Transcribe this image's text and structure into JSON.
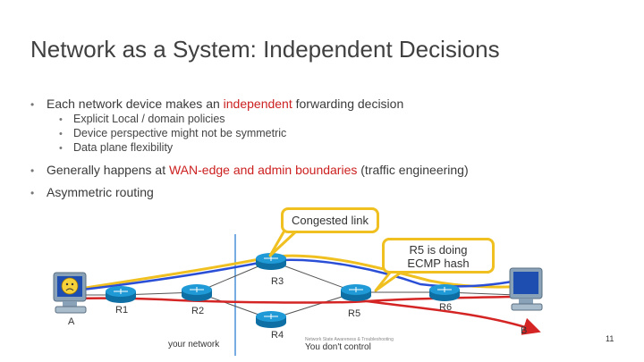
{
  "slide": {
    "title": "Network as a System: Independent Decisions",
    "page_number": "11"
  },
  "bullets": {
    "b1": {
      "pre": "Each network device makes an ",
      "hl": "independent",
      "post": " forwarding decision"
    },
    "sub": [
      "Explicit Local / domain policies",
      "Device perspective might not be symmetric",
      "Data plane flexibility"
    ],
    "b2": {
      "pre": "Generally happens at ",
      "hl": "WAN-edge and admin boundaries",
      "post": " (traffic engineering)"
    },
    "b3": "Asymmetric routing"
  },
  "callouts": {
    "congested": "Congested link",
    "ecmp_line1": "R5 is doing",
    "ecmp_line2": "ECMP hash"
  },
  "diagram": {
    "host_a": "A",
    "host_b": "B",
    "routers": {
      "r1": "R1",
      "r2": "R2",
      "r3": "R3",
      "r4": "R4",
      "r5": "R5",
      "r6": "R6"
    },
    "your_network": "your network",
    "you_dont_control": "You don't control",
    "tiny_caption": "Network State Awareness & Troubleshooting"
  },
  "colors": {
    "red_text": "#cc1f1f",
    "path_red": "#d42424",
    "path_blue": "#2a4fd6",
    "callout_border": "#f0c020",
    "router": "#1f9ad6",
    "boundary": "#4a90d9"
  }
}
